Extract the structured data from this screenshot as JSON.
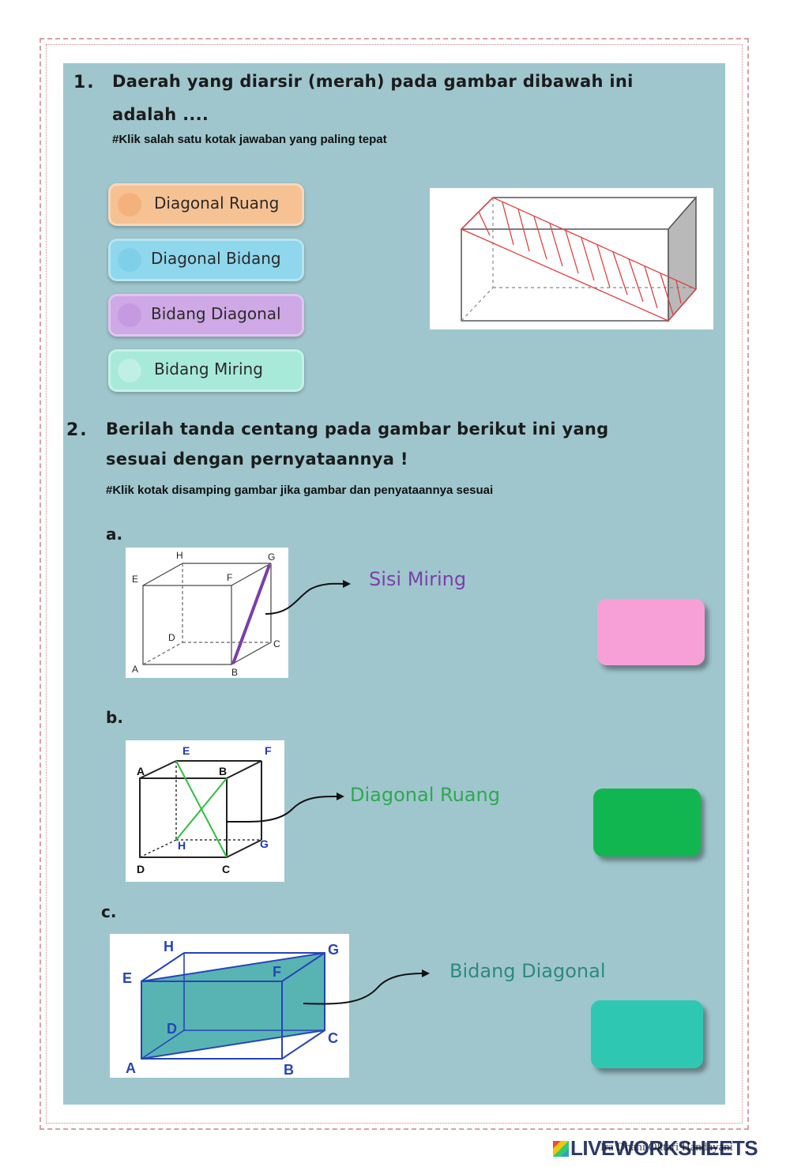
{
  "q1": {
    "number": "1.",
    "text_line1": "Daerah yang diarsir (merah) pada gambar dibawah ini",
    "text_line2": "adalah ....",
    "hint": "#Klik salah satu kotak jawaban yang paling tepat",
    "options": [
      {
        "label": "Diagonal Ruang",
        "color": "#f3b27c"
      },
      {
        "label": "Diagonal Bidang",
        "color": "#7fcfe8"
      },
      {
        "label": "Bidang Diagonal",
        "color": "#c69ae0"
      },
      {
        "label": "Bidang Miring",
        "color": "#9ee6d4"
      }
    ]
  },
  "q2": {
    "number": "2.",
    "text_line1": "Berilah tanda centang pada gambar berikut ini yang",
    "text_line2": "sesuai dengan pernyataannya !",
    "hint": "#Klik kotak disamping gambar jika gambar dan penyataannya sesuai",
    "items": [
      {
        "letter": "a.",
        "caption": "Sisi Miring",
        "caption_color": "#7b3fa8",
        "box_color": "#f7a0d8",
        "vertices": {
          "A": "A",
          "B": "B",
          "C": "C",
          "D": "D",
          "E": "E",
          "F": "F",
          "G": "G",
          "H": "H"
        }
      },
      {
        "letter": "b.",
        "caption": "Diagonal Ruang",
        "caption_color": "#2fa84f",
        "box_color": "#12b650",
        "vertices": {
          "A": "A",
          "B": "B",
          "C": "C",
          "D": "D",
          "E": "E",
          "F": "F",
          "G": "G",
          "H": "H"
        }
      },
      {
        "letter": "c.",
        "caption": "Bidang Diagonal",
        "caption_color": "#2e8a7a",
        "box_color": "#2ec8b2",
        "vertices": {
          "A": "A",
          "B": "B",
          "C": "C",
          "D": "D",
          "E": "E",
          "F": "F",
          "G": "G",
          "H": "H"
        }
      }
    ]
  },
  "footer": {
    "brand": "LIVEWORKSHEETS",
    "credit": "Ira Dhani Oktari Handayani"
  }
}
